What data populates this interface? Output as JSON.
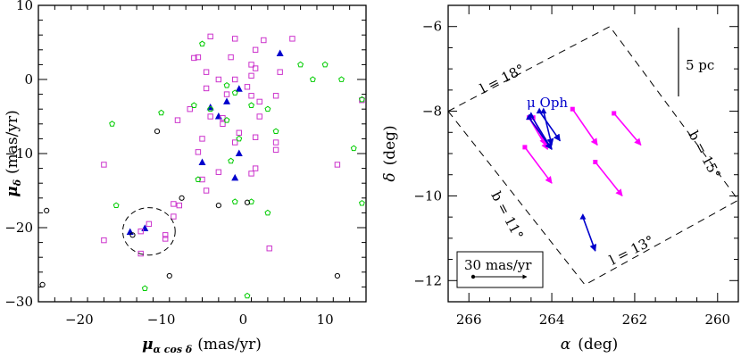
{
  "chart_data": [
    {
      "type": "scatter",
      "xlabel_parts": {
        "main": "μ",
        "sub": "α cos δ",
        "unit": "(mas/yr)"
      },
      "ylabel_parts": {
        "main": "μ",
        "sub": "δ",
        "unit": "(mas/yr)"
      },
      "xlim": [
        -25,
        15
      ],
      "ylim": [
        -30,
        10
      ],
      "xticks": [
        -20,
        -10,
        0,
        10
      ],
      "yticks": [
        -30,
        -20,
        -10,
        0,
        10
      ],
      "series": [
        {
          "marker": "triangle",
          "color": "#0000cc",
          "points": [
            [
              4.5,
              3.5
            ],
            [
              -0.5,
              -1.3
            ],
            [
              -2,
              -3
            ],
            [
              -4,
              -3.8
            ],
            [
              -3,
              -5
            ],
            [
              -0.5,
              -10
            ],
            [
              -5,
              -11.2
            ],
            [
              -1,
              -13.3
            ],
            [
              -13.8,
              -20.6
            ],
            [
              -12,
              -20.1
            ]
          ]
        },
        {
          "marker": "square",
          "color": "#cc33cc",
          "points": [
            [
              -4,
              5.8
            ],
            [
              -1,
              5.5
            ],
            [
              2.5,
              5.3
            ],
            [
              6,
              5.5
            ],
            [
              -5.5,
              3
            ],
            [
              -6,
              2.9
            ],
            [
              -1.5,
              3
            ],
            [
              1.5,
              4
            ],
            [
              -4.5,
              1
            ],
            [
              1,
              2
            ],
            [
              1.5,
              1.5
            ],
            [
              4.5,
              1
            ],
            [
              -3,
              0
            ],
            [
              -1,
              0
            ],
            [
              1,
              0.5
            ],
            [
              -4.5,
              -1.2
            ],
            [
              0.5,
              -1
            ],
            [
              -2,
              -2
            ],
            [
              1,
              -2.2
            ],
            [
              2,
              -3
            ],
            [
              4,
              -2.2
            ],
            [
              14.5,
              -2.8
            ],
            [
              -6.5,
              -4
            ],
            [
              -4,
              -5
            ],
            [
              -2.5,
              -5.2
            ],
            [
              2,
              -5
            ],
            [
              -8,
              -5.5
            ],
            [
              -2.5,
              -6
            ],
            [
              -5,
              -8
            ],
            [
              -1,
              -8.5
            ],
            [
              -0.5,
              -7.2
            ],
            [
              1.5,
              -7.8
            ],
            [
              4,
              -8.5
            ],
            [
              4,
              -9.5
            ],
            [
              -5.5,
              -9.8
            ],
            [
              1.5,
              -12
            ],
            [
              -3,
              -12.5
            ],
            [
              -5,
              -13.5
            ],
            [
              -4.5,
              -15
            ],
            [
              1,
              -12.7
            ],
            [
              11.5,
              -11.5
            ],
            [
              -17,
              -11.5
            ],
            [
              -7.8,
              -17
            ],
            [
              -8.5,
              -18.5
            ],
            [
              -11.5,
              -19.5
            ],
            [
              -9.5,
              -21
            ],
            [
              -9.5,
              -21.5
            ],
            [
              -12.5,
              -20.5
            ],
            [
              -17,
              -21.7
            ],
            [
              -12.5,
              -23.5
            ],
            [
              3.2,
              -22.8
            ],
            [
              -8.5,
              -16.8
            ]
          ]
        },
        {
          "marker": "pentagon",
          "color": "#00cc00",
          "points": [
            [
              -5,
              4.8
            ],
            [
              -2,
              -0.8
            ],
            [
              -1,
              -1.8
            ],
            [
              1,
              -3.5
            ],
            [
              3,
              -4
            ],
            [
              7,
              2
            ],
            [
              8.5,
              0
            ],
            [
              10,
              2
            ],
            [
              12,
              0
            ],
            [
              14.5,
              -2.7
            ],
            [
              -10,
              -4.5
            ],
            [
              -16,
              -6
            ],
            [
              -2,
              -5.5
            ],
            [
              -4,
              -4
            ],
            [
              -6,
              -3.5
            ],
            [
              4,
              -7
            ],
            [
              -0.5,
              -8
            ],
            [
              -1.5,
              -11
            ],
            [
              -5.5,
              -13.5
            ],
            [
              -1,
              -16.5
            ],
            [
              1,
              -16.5
            ],
            [
              3,
              -18
            ],
            [
              13.5,
              -9.3
            ],
            [
              14.5,
              -16.7
            ],
            [
              -15.5,
              -17
            ],
            [
              -12,
              -28.2
            ],
            [
              0.5,
              -29.2
            ]
          ]
        },
        {
          "marker": "circle",
          "color": "#000000",
          "points": [
            [
              -10.5,
              -7
            ],
            [
              -7.5,
              -16
            ],
            [
              -3,
              -17
            ],
            [
              0.5,
              -16.6
            ],
            [
              -24,
              -17.7
            ],
            [
              -24.5,
              -27.7
            ],
            [
              -9,
              -26.5
            ],
            [
              11.5,
              -26.5
            ],
            [
              -13.5,
              -21
            ]
          ]
        }
      ],
      "dashed_circle": {
        "x": -11.5,
        "y": -20.5,
        "r": 3.2
      }
    },
    {
      "type": "vector-field",
      "xlabel_parts": {
        "main": "α",
        "unit": "(deg)"
      },
      "ylabel_parts": {
        "main": "δ",
        "unit": "(deg)"
      },
      "xlim": [
        266.5,
        259.5
      ],
      "ylim": [
        -12.5,
        -5.5
      ],
      "xticks": [
        266,
        264,
        262,
        260
      ],
      "yticks": [
        -12,
        -10,
        -8,
        -6
      ],
      "vectors_blue": [
        {
          "from": [
            264.5,
            -8.1
          ],
          "to": [
            264.0,
            -8.9
          ]
        },
        {
          "from": [
            264.3,
            -8.0
          ],
          "to": [
            263.8,
            -8.7
          ]
        },
        {
          "from": [
            264.2,
            -8.0
          ],
          "to": [
            264.0,
            -8.8
          ]
        },
        {
          "from": [
            264.55,
            -8.15
          ],
          "to": [
            264.0,
            -8.9
          ]
        },
        {
          "from": [
            263.25,
            -10.5
          ],
          "to": [
            262.95,
            -11.3
          ]
        }
      ],
      "vectors_magenta": [
        {
          "from": [
            264.45,
            -8.15
          ],
          "to": [
            264.15,
            -8.8
          ]
        },
        {
          "from": [
            264.55,
            -8.15
          ],
          "to": [
            264.1,
            -8.9
          ]
        },
        {
          "from": [
            263.5,
            -7.95
          ],
          "to": [
            262.9,
            -8.8
          ]
        },
        {
          "from": [
            262.5,
            -8.05
          ],
          "to": [
            261.85,
            -8.8
          ]
        },
        {
          "from": [
            264.65,
            -8.85
          ],
          "to": [
            264.0,
            -9.7
          ]
        },
        {
          "from": [
            262.95,
            -9.2
          ],
          "to": [
            262.3,
            -10.0
          ]
        }
      ],
      "box_corners": [
        [
          266.5,
          -8.0
        ],
        [
          262.6,
          -6.0
        ],
        [
          259.5,
          -10.1
        ],
        [
          263.2,
          -12.1
        ]
      ],
      "labels": {
        "star": "μ Oph",
        "scale": "5 pc",
        "pm_scale": "30 mas/yr",
        "l18": "l = 18°",
        "l13": "l = 13°",
        "b15": "b = 15°",
        "b11": "b = 11°"
      }
    }
  ]
}
